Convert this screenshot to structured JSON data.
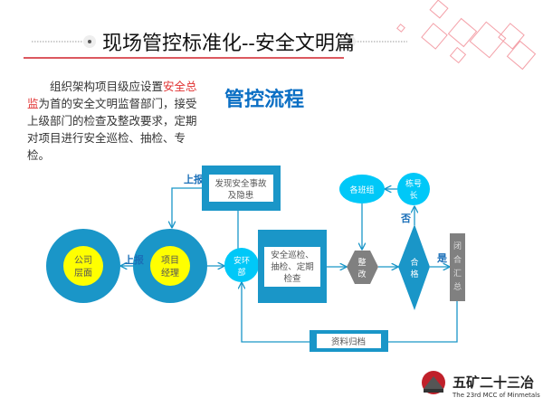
{
  "title": "现场管控标准化--安全文明篇",
  "intro": {
    "prefix": "组织架构项目级应设置",
    "highlight": "安全总监",
    "suffix": "为首的安全文明监督部门，接受上级部门的检查及整改要求，定期对项目进行安全巡检、抽检、专检。"
  },
  "heading": "管控流程",
  "flow": {
    "company": [
      "公司",
      "层面"
    ],
    "pm": [
      "项目",
      "经理"
    ],
    "report1": "上报",
    "report2": "上报",
    "discover": [
      "发现安全事故",
      "及隐患"
    ],
    "safety_dept": [
      "安环",
      "部"
    ],
    "inspect": [
      "安全巡检、",
      "抽检、定期",
      "检查"
    ],
    "rectify": [
      "整",
      "改"
    ],
    "qualified": [
      "合",
      "格"
    ],
    "yes": "是",
    "no": "否",
    "teams": "各班组",
    "building_lead": [
      "栋号",
      "长"
    ],
    "closure": [
      "闭",
      "合",
      "汇",
      "总"
    ],
    "archive": "资料归档"
  },
  "logo": {
    "cn": "五矿二十三冶",
    "en": "The 23rd MCC of Minmetals"
  },
  "colors": {
    "primary": "#1a96c8",
    "light": "#00c8f8",
    "yellow": "#ffff00",
    "gray": "#808080",
    "red": "#d0202a"
  }
}
